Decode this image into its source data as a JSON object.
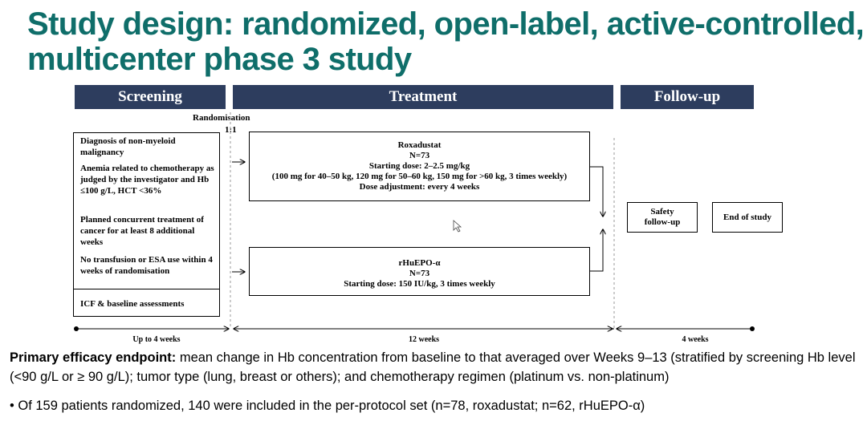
{
  "title": {
    "line1": "Study design: randomized, open-label, active-controlled,",
    "line2": "multicenter phase 3 study"
  },
  "phases": {
    "screening": "Screening",
    "treatment": "Treatment",
    "followup": "Follow-up"
  },
  "randomisation": {
    "label": "Randomisation",
    "ratio": "1:1"
  },
  "criteria": [
    "Diagnosis of non-myeloid malignancy",
    "Anemia related to chemotherapy as judged by the investigator and Hb ≤100 g/L, HCT <36%",
    "Planned concurrent treatment of cancer for at least 8 additional weeks",
    "No transfusion or ESA use within 4 weeks of randomisation"
  ],
  "baseline": "ICF & baseline assessments",
  "arms": {
    "roxadustat": {
      "name": "Roxadustat",
      "n": "N=73",
      "dose": "Starting dose: 2–2.5 mg/kg",
      "detail": "(100 mg for 40–50 kg, 120 mg for 50–60 kg, 150 mg for >60 kg, 3 times weekly)",
      "adjust": "Dose adjustment: every 4 weeks"
    },
    "rhuepo": {
      "name": "rHuEPO-α",
      "n": "N=73",
      "dose": "Starting dose: 150 IU/kg, 3 times weekly"
    }
  },
  "followup_boxes": {
    "safety_line1": "Safety",
    "safety_line2": "follow-up",
    "end": "End of study"
  },
  "timeline": {
    "screening": "Up to 4 weeks",
    "treatment": "12 weeks",
    "followup": "4 weeks"
  },
  "endpoint": {
    "label": "Primary efficacy endpoint:",
    "text": " mean change in Hb concentration from baseline to that averaged over Weeks 9–13 (stratified by screening Hb level (<90 g/L or ≥ 90 g/L); tumor type (lung, breast or others); and chemotherapy regimen (platinum vs. non-platinum)"
  },
  "bullet": "Of 159 patients randomized, 140 were included in the per-protocol set (n=78, roxadustat; n=62, rHuEPO-α)",
  "colors": {
    "title": "#0f6e6a",
    "phase_bar": "#2d3d5e"
  }
}
